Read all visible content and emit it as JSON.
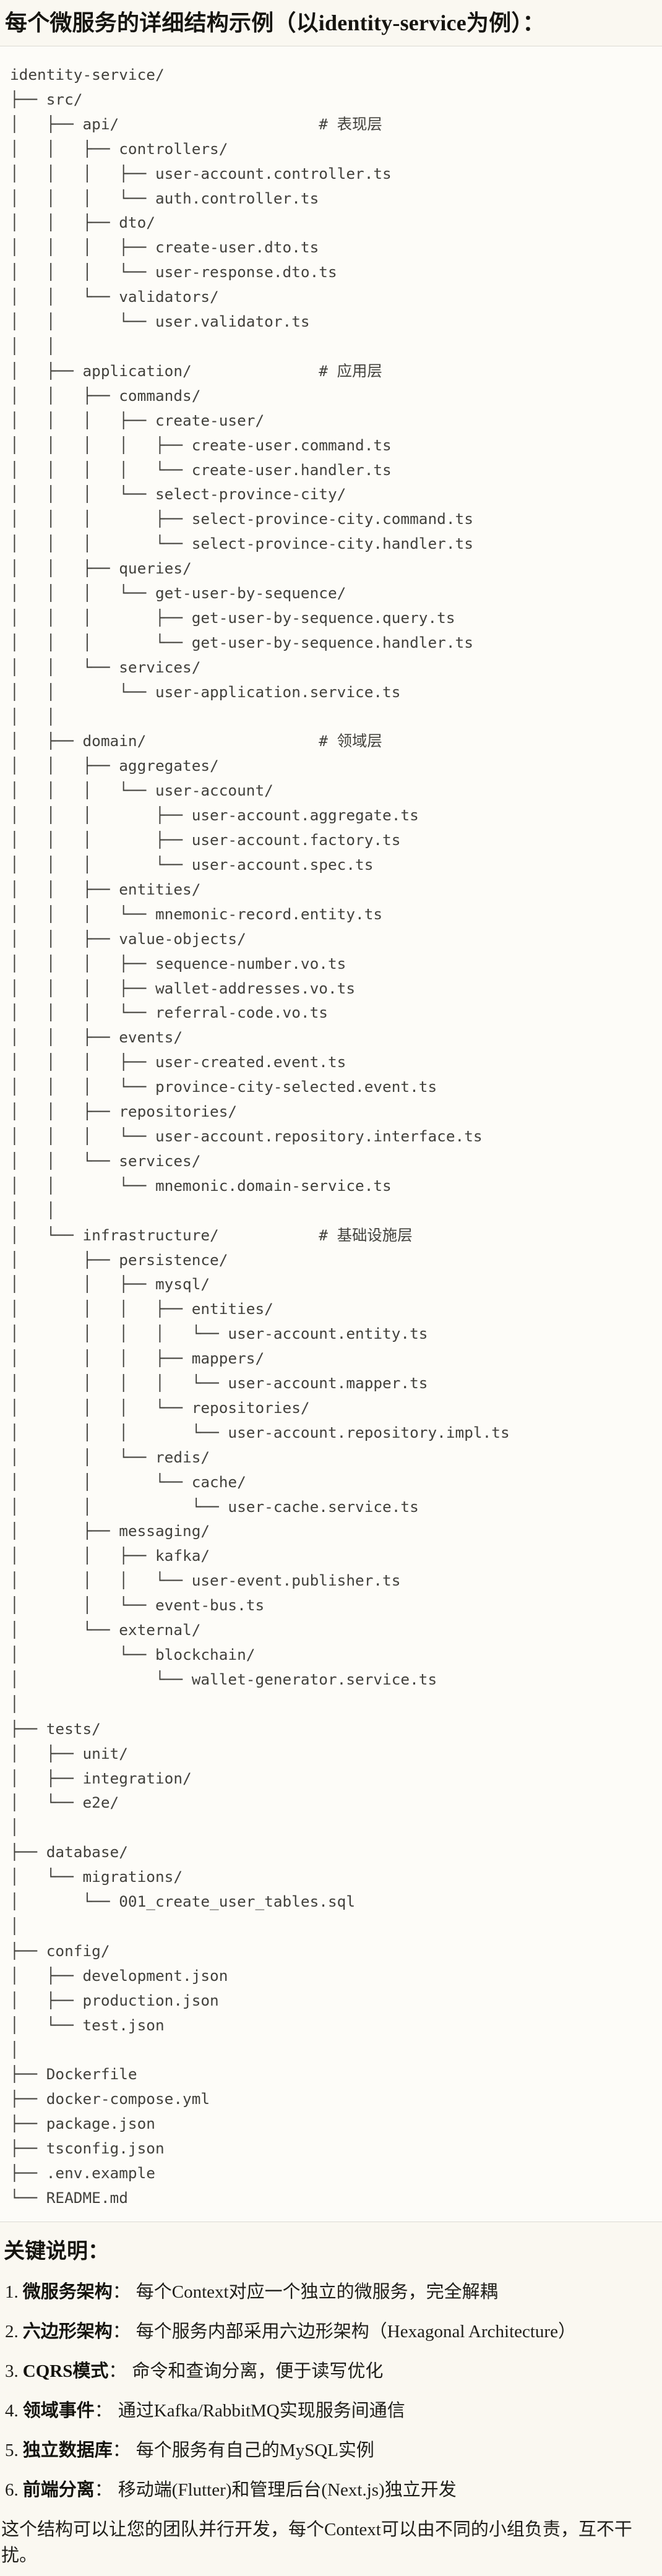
{
  "title": "每个微服务的详细结构示例（以identity-service为例）：",
  "code_block": {
    "lines": [
      "identity-service/",
      "├── src/",
      "│   ├── api/                      # 表现层",
      "│   │   ├── controllers/",
      "│   │   │   ├── user-account.controller.ts",
      "│   │   │   └── auth.controller.ts",
      "│   │   ├── dto/",
      "│   │   │   ├── create-user.dto.ts",
      "│   │   │   └── user-response.dto.ts",
      "│   │   └── validators/",
      "│   │       └── user.validator.ts",
      "│   │",
      "│   ├── application/              # 应用层",
      "│   │   ├── commands/",
      "│   │   │   ├── create-user/",
      "│   │   │   │   ├── create-user.command.ts",
      "│   │   │   │   └── create-user.handler.ts",
      "│   │   │   └── select-province-city/",
      "│   │   │       ├── select-province-city.command.ts",
      "│   │   │       └── select-province-city.handler.ts",
      "│   │   ├── queries/",
      "│   │   │   └── get-user-by-sequence/",
      "│   │   │       ├── get-user-by-sequence.query.ts",
      "│   │   │       └── get-user-by-sequence.handler.ts",
      "│   │   └── services/",
      "│   │       └── user-application.service.ts",
      "│   │",
      "│   ├── domain/                   # 领域层",
      "│   │   ├── aggregates/",
      "│   │   │   └── user-account/",
      "│   │   │       ├── user-account.aggregate.ts",
      "│   │   │       ├── user-account.factory.ts",
      "│   │   │       └── user-account.spec.ts",
      "│   │   ├── entities/",
      "│   │   │   └── mnemonic-record.entity.ts",
      "│   │   ├── value-objects/",
      "│   │   │   ├── sequence-number.vo.ts",
      "│   │   │   ├── wallet-addresses.vo.ts",
      "│   │   │   └── referral-code.vo.ts",
      "│   │   ├── events/",
      "│   │   │   ├── user-created.event.ts",
      "│   │   │   └── province-city-selected.event.ts",
      "│   │   ├── repositories/",
      "│   │   │   └── user-account.repository.interface.ts",
      "│   │   └── services/",
      "│   │       └── mnemonic.domain-service.ts",
      "│   │",
      "│   └── infrastructure/           # 基础设施层",
      "│       ├── persistence/",
      "│       │   ├── mysql/",
      "│       │   │   ├── entities/",
      "│       │   │   │   └── user-account.entity.ts",
      "│       │   │   ├── mappers/",
      "│       │   │   │   └── user-account.mapper.ts",
      "│       │   │   └── repositories/",
      "│       │   │       └── user-account.repository.impl.ts",
      "│       │   └── redis/",
      "│       │       └── cache/",
      "│       │           └── user-cache.service.ts",
      "│       ├── messaging/",
      "│       │   ├── kafka/",
      "│       │   │   └── user-event.publisher.ts",
      "│       │   └── event-bus.ts",
      "│       └── external/",
      "│           └── blockchain/",
      "│               └── wallet-generator.service.ts",
      "│",
      "├── tests/",
      "│   ├── unit/",
      "│   ├── integration/",
      "│   └── e2e/",
      "│",
      "├── database/",
      "│   └── migrations/",
      "│       └── 001_create_user_tables.sql",
      "│",
      "├── config/",
      "│   ├── development.json",
      "│   ├── production.json",
      "│   └── test.json",
      "│",
      "├── Dockerfile",
      "├── docker-compose.yml",
      "├── package.json",
      "├── tsconfig.json",
      "├── .env.example",
      "└── README.md"
    ]
  },
  "notes": {
    "heading": "关键说明：",
    "items": [
      {
        "num": "1.",
        "term": "微服务架构",
        "sep": "：",
        "desc": "每个Context对应一个独立的微服务，完全解耦"
      },
      {
        "num": "2.",
        "term": "六边形架构",
        "sep": "：",
        "desc": "每个服务内部采用六边形架构（Hexagonal Architecture）"
      },
      {
        "num": "3.",
        "term": "CQRS模式",
        "sep": "：",
        "desc": "命令和查询分离，便于读写优化"
      },
      {
        "num": "4.",
        "term": "领域事件",
        "sep": "：",
        "desc": "通过Kafka/RabbitMQ实现服务间通信"
      },
      {
        "num": "5.",
        "term": "独立数据库",
        "sep": "：",
        "desc": "每个服务有自己的MySQL实例"
      },
      {
        "num": "6.",
        "term": "前端分离",
        "sep": "：",
        "desc": "移动端(Flutter)和管理后台(Next.js)独立开发"
      }
    ],
    "footer": "这个结构可以让您的团队并行开发，每个Context可以由不同的小组负责，互不干扰。"
  },
  "colors": {
    "page_background": "#FAF8F1",
    "code_background": "#FDFCF8",
    "code_border": "#DCDAD3",
    "code_text": "#42413C",
    "heading_text": "#161510",
    "body_text": "#1F1E19"
  }
}
